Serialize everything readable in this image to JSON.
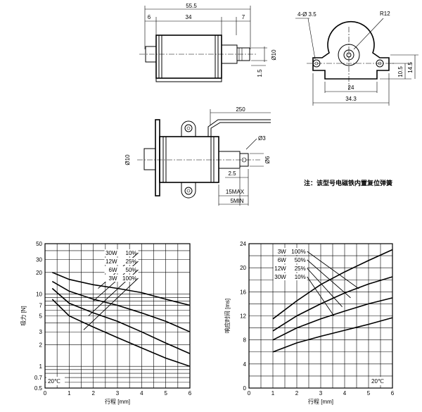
{
  "drawing": {
    "dims_side": {
      "overall": "55.5",
      "left": "6",
      "body": "34",
      "right": "7",
      "dia": "Ø10",
      "offset": "1.5"
    },
    "dims_end": {
      "holes": "4-Ø 3.5",
      "radius": "R12",
      "width_inner": "24",
      "width_outer": "34.3",
      "h1": "10.5",
      "h2": "14.5"
    },
    "dims_bottom": {
      "lead": "250",
      "pin_dia": "Ø3",
      "dia_left": "Ø10",
      "dia_right": "Ø6",
      "gap": "2.5",
      "stroke_max": "15MAX",
      "stroke_min": "5MIN"
    },
    "note": "注：该型号电磁铁内置复位弹簧"
  },
  "chart_data": [
    {
      "type": "line",
      "xlabel": "行程 [mm]",
      "ylabel": "吸力 [N]",
      "yscale": "log",
      "xlim": [
        0,
        6
      ],
      "ylim": [
        0.5,
        50
      ],
      "xticks": [
        "0",
        "1",
        "2",
        "3",
        "4",
        "5",
        "6"
      ],
      "yticks": [
        "0.5",
        "0.7",
        "1",
        "2",
        "3",
        "5",
        "7",
        "10",
        "20",
        "30",
        "50"
      ],
      "temperature": "20℃",
      "legend": [
        {
          "power": "30W",
          "duty": "10%"
        },
        {
          "power": "12W",
          "duty": "25%"
        },
        {
          "power": "6W",
          "duty": "50%"
        },
        {
          "power": "3W",
          "duty": "100%"
        }
      ],
      "series": [
        {
          "name": "30W",
          "x": [
            0.3,
            1,
            2,
            3,
            4,
            5,
            6
          ],
          "y": [
            20,
            16,
            13.5,
            12,
            10.5,
            8.5,
            7
          ]
        },
        {
          "name": "12W",
          "x": [
            0.3,
            1,
            2,
            3,
            4,
            5,
            6
          ],
          "y": [
            15,
            11,
            8.5,
            7,
            5.5,
            4.2,
            3
          ]
        },
        {
          "name": "6W",
          "x": [
            0.3,
            1,
            2,
            3,
            4,
            5,
            6
          ],
          "y": [
            12,
            7.5,
            5.5,
            4.2,
            3,
            2.1,
            1.5
          ]
        },
        {
          "name": "3W",
          "x": [
            0.3,
            1,
            2,
            3,
            4,
            5,
            6
          ],
          "y": [
            8.5,
            5,
            3.5,
            2.5,
            1.8,
            1.3,
            1
          ]
        }
      ]
    },
    {
      "type": "line",
      "xlabel": "行程 [mm]",
      "ylabel": "响应时间 [ms]",
      "xlim": [
        0,
        6
      ],
      "ylim": [
        0,
        24
      ],
      "xticks": [
        "0",
        "1",
        "2",
        "3",
        "4",
        "5",
        "6"
      ],
      "yticks": [
        "0",
        "4",
        "8",
        "12",
        "16",
        "20",
        "24"
      ],
      "temperature": "20℃",
      "legend": [
        {
          "power": "3W",
          "duty": "100%"
        },
        {
          "power": "6W",
          "duty": "50%"
        },
        {
          "power": "12W",
          "duty": "25%"
        },
        {
          "power": "30W",
          "duty": "10%"
        }
      ],
      "series": [
        {
          "name": "3W",
          "x": [
            1,
            2,
            3,
            4,
            5,
            6
          ],
          "y": [
            11.5,
            14.5,
            17.2,
            19.3,
            21.2,
            23
          ]
        },
        {
          "name": "6W",
          "x": [
            1,
            2,
            3,
            4,
            5,
            6
          ],
          "y": [
            9.5,
            12,
            14,
            15.8,
            17.3,
            18.5
          ]
        },
        {
          "name": "12W",
          "x": [
            1,
            2,
            3,
            4,
            5,
            6
          ],
          "y": [
            8,
            10,
            11.5,
            12.8,
            14,
            15
          ]
        },
        {
          "name": "30W",
          "x": [
            1,
            2,
            3,
            4,
            5,
            6
          ],
          "y": [
            6,
            7.5,
            8.6,
            9.6,
            10.6,
            11.7
          ]
        }
      ]
    }
  ]
}
